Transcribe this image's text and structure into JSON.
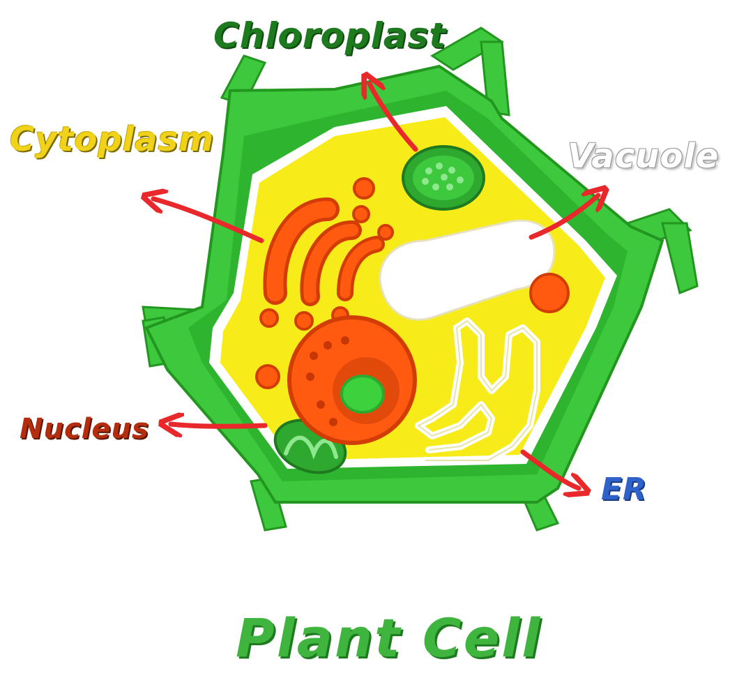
{
  "diagram": {
    "title": "Plant Cell",
    "labels": {
      "chloroplast": "Chloroplast",
      "cytoplasm": "Cytoplasm",
      "vacuole": "Vacuole",
      "nucleus": "Nucleus",
      "er": "ER"
    }
  },
  "colors": {
    "cell_wall": "#3dc83d",
    "cell_wall_dark": "#22961f",
    "membrane": "#ffffff",
    "cytoplasm": "#f7ec1a",
    "organelle_orange": "#ff5a10",
    "organelle_orange_dark": "#d23c05",
    "chloroplast": "#2ea82e",
    "nucleolus": "#3dd23d",
    "arrow": "#e8282a",
    "label_chloroplast": "#1e7a1e",
    "label_cytoplasm": "#f0d21a",
    "label_vacuole": "#ffffff",
    "label_nucleus": "#b32d0e",
    "label_er": "#2f62c8",
    "label_title": "#3fb53f"
  }
}
